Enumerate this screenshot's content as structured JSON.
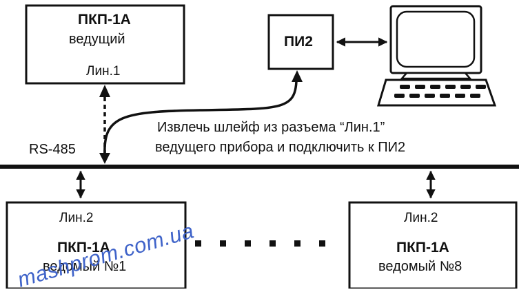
{
  "colors": {
    "ink": "#111111",
    "watermark": "#3f63c9",
    "background": "#ffffff"
  },
  "master": {
    "title": "ПКП-1А",
    "role": "ведущий",
    "line": "Лин.1"
  },
  "pi2": {
    "label": "ПИ2"
  },
  "bus": {
    "label": "RS-485"
  },
  "instruction": {
    "line1": "Извлечь шлейф из разъема “Лин.1”",
    "line2": "ведущего прибора и подключить к ПИ2"
  },
  "slaves": [
    {
      "line": "Лин.2",
      "title": "ПКП-1А",
      "role": "ведомый №1"
    },
    {
      "line": "Лин.2",
      "title": "ПКП-1А",
      "role": "ведомый №8"
    }
  ],
  "ellipsis_count": 6,
  "icons": {
    "computer": "desktop-computer-icon",
    "bus": "rs485-bus-line"
  },
  "watermark": {
    "text": "mashprom.com.ua"
  }
}
